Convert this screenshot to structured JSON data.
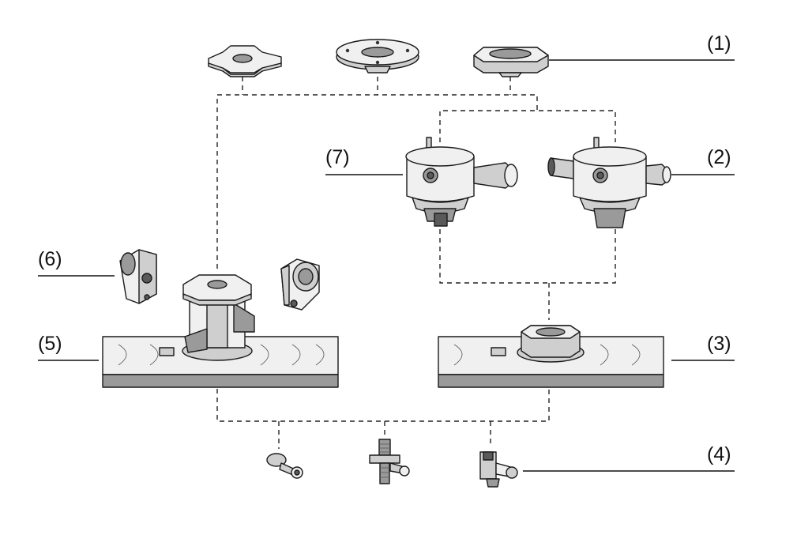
{
  "labels": {
    "l1": "(1)",
    "l2": "(2)",
    "l3": "(3)",
    "l4": "(4)",
    "l5": "(5)",
    "l6": "(6)",
    "l7": "(7)"
  },
  "colors": {
    "line": "#1a1a1a",
    "light_fill": "#f0f0f0",
    "mid_fill": "#cfcfcf",
    "dark_fill": "#5a5a5a",
    "background": "#ffffff"
  }
}
